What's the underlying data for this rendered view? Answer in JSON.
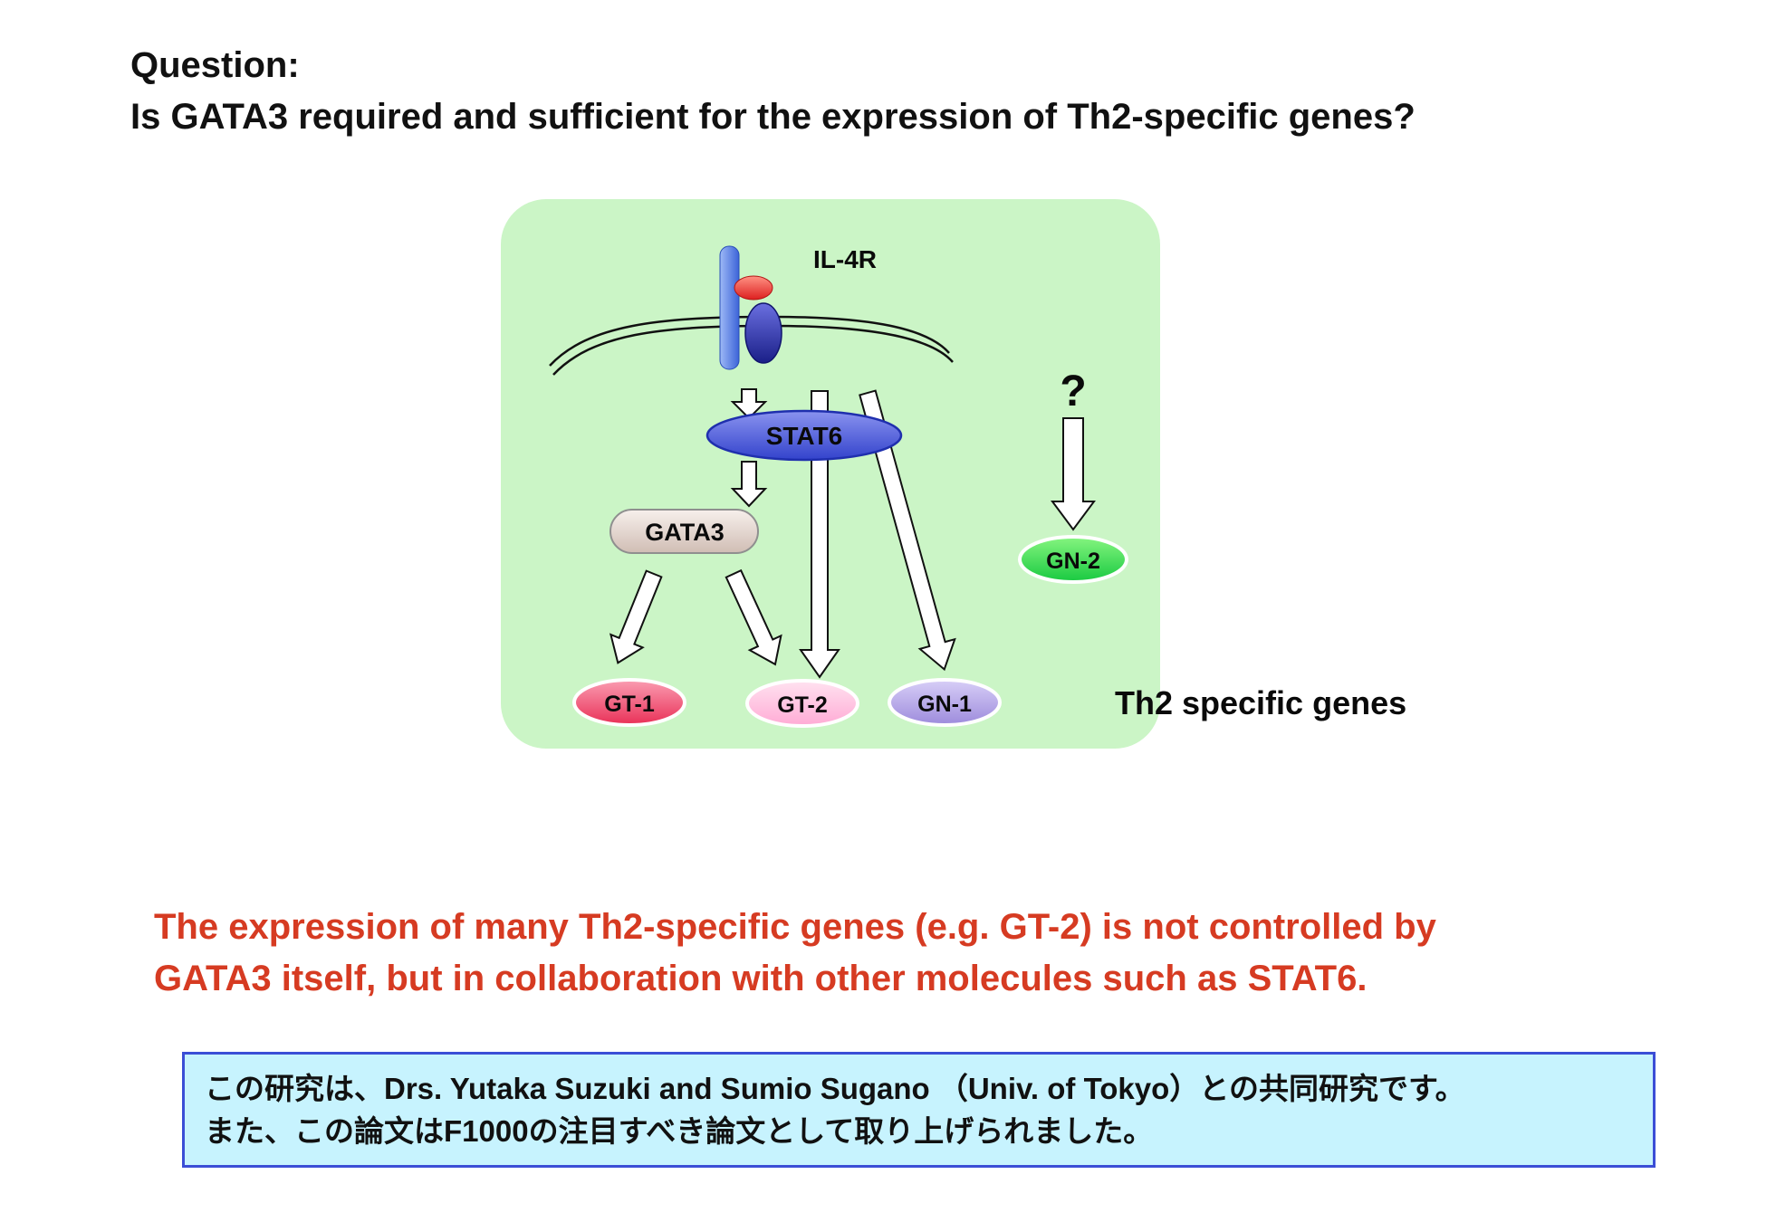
{
  "slide": {
    "question_heading": "Question:",
    "question_text": "Is GATA3 required and sufficient for the expression of Th2-specific genes?"
  },
  "diagram": {
    "receptor_label": "IL-4R",
    "unknown_pathway_mark": "?",
    "genes_caption": "Th2 specific genes",
    "panel_color": "#cbf5c6",
    "nodes": {
      "stat6": {
        "label": "STAT6",
        "color": "#3f4fd2"
      },
      "gata3": {
        "label": "GATA3",
        "color": "#d6c3ba"
      },
      "gt1": {
        "label": "GT-1",
        "color": "#ee3b63"
      },
      "gt2": {
        "label": "GT-2",
        "color": "#ffb9dc"
      },
      "gn1": {
        "label": "GN-1",
        "color": "#a493de"
      },
      "gn2": {
        "label": "GN-2",
        "color": "#2ed152"
      }
    }
  },
  "conclusion": {
    "line1": "The expression of many Th2-specific genes (e.g. GT-2) is not controlled by",
    "line2": "GATA3 itself, but in collaboration with other molecules such as STAT6.",
    "color": "#d63b22"
  },
  "note": {
    "line1": "この研究は、Drs. Yutaka Suzuki and Sumio Sugano （Univ. of Tokyo）との共同研究です。",
    "line2": "また、この論文はF1000の注目すべき論文として取り上げられました。",
    "background": "#c7f3fe",
    "border_color": "#3b4ed6"
  }
}
